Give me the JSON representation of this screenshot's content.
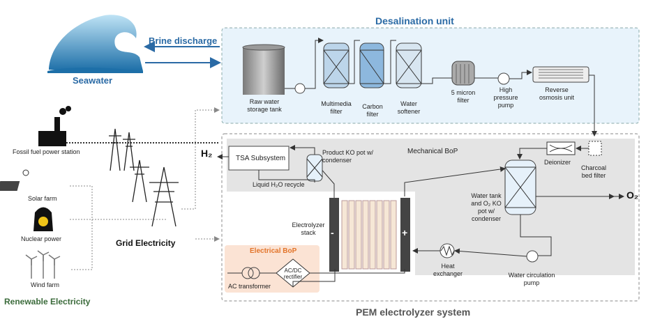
{
  "desalination": {
    "title": "Desalination unit",
    "raw_tank": "Raw water storage tank",
    "multimedia": "Multimedia filter",
    "carbon": "Carbon filter",
    "softener": "Water softener",
    "micron": "5 micron filter",
    "hp_pump": "High pressure pump",
    "ro": "Reverse osmosis unit",
    "charcoal": "Charcoal bed filter"
  },
  "seawater": {
    "label": "Seawater",
    "brine": "Brine discharge"
  },
  "sources": {
    "fossil": "Fossil fuel power station",
    "solar": "Solar farm",
    "nuclear": "Nuclear power",
    "wind": "Wind farm",
    "renewable": "Renewable Electricity",
    "grid": "Grid Electricity"
  },
  "pem": {
    "title": "PEM electrolyzer system",
    "mech_bop": "Mechanical BoP",
    "elec_bop": "Electrical BoP",
    "tsa": "TSA Subsystem",
    "ko_pot": "Product KO pot w/ condenser",
    "liquid_recycle": "Liquid H₂O recycle",
    "stack": "Electrolyzer stack",
    "deionizer": "Deionizer",
    "water_tank": "Water tank and O₂ KO pot w/ condenser",
    "heat_ex": "Heat exchanger",
    "circ_pump": "Water circulation pump",
    "ac_transformer": "AC transformer",
    "rectifier": "AC/DC rectifier",
    "h2": "H₂",
    "o2": "O₂",
    "minus": "-",
    "plus": "+"
  },
  "colors": {
    "accent_blue": "#2a6aa5",
    "bop_orange": "#e2742a",
    "green_label": "#3b6b3b"
  }
}
